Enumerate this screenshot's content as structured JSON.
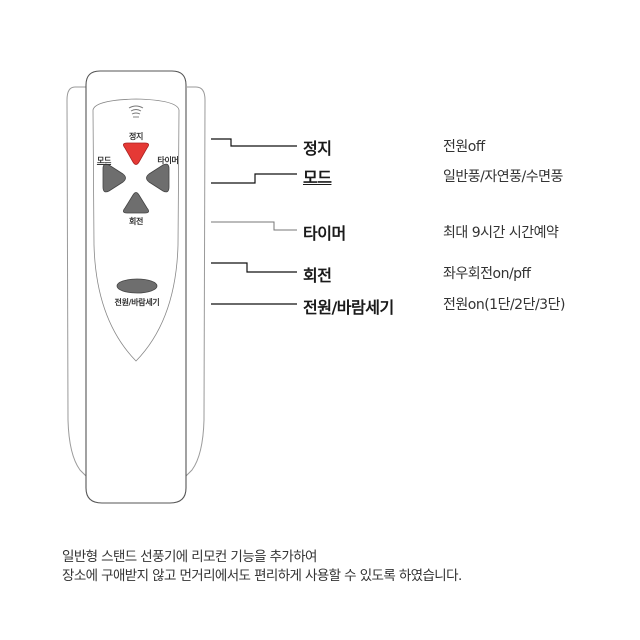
{
  "remote": {
    "buttons": {
      "stop": {
        "label": "정지",
        "color": "#e53935"
      },
      "mode": {
        "label": "모드",
        "color": "#6e6e6e"
      },
      "timer": {
        "label": "타이머",
        "color": "#6e6e6e"
      },
      "rotate": {
        "label": "회전",
        "color": "#6e6e6e"
      },
      "power": {
        "label": "전원/바람세기",
        "color": "#6e6e6e"
      }
    },
    "signal_icon": "wireless-signal-icon"
  },
  "callouts": [
    {
      "label": "정지",
      "description": "전원off"
    },
    {
      "label": "모드",
      "description": "일반풍/자연풍/수면풍"
    },
    {
      "label": "타이머",
      "description": "최대 9시간 시간예약"
    },
    {
      "label": "회전",
      "description": "좌우회전on/pff"
    },
    {
      "label": "전원/바람세기",
      "description": "전원on(1단/2단/3단)"
    }
  ],
  "caption": {
    "line1": "일반형 스탠드 선풍기에 리모컨 기능을 추가하여",
    "line2": "장소에 구애받지 않고 먼거리에서도 편리하게 사용할 수 있도록 하였습니다."
  }
}
